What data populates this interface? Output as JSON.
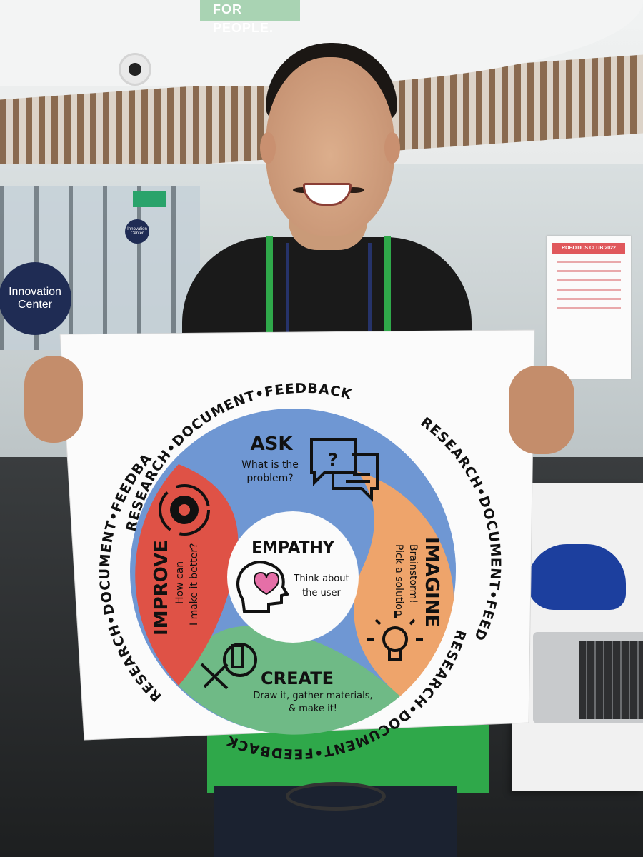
{
  "background": {
    "top_sign": "FOR PEOPLE.",
    "innovation_sign": "Innovation Center",
    "small_sign": "Innovation Center",
    "banner_title": "ROBOTICS CLUB 2022"
  },
  "poster": {
    "ring_text": "RESEARCH•DOCUMENT•FEEDBACK",
    "center": {
      "title": "EMPATHY",
      "text_line1": "Think about",
      "text_line2": "the user",
      "icon": "head-heart-icon"
    },
    "ask": {
      "title": "ASK",
      "line1": "What is the",
      "line2": "problem?",
      "icon": "speech-bubbles-icon",
      "color": "#6f97d3"
    },
    "imagine": {
      "title": "IMAGINE",
      "line1": "Brainstorm!",
      "line2": "Pick a solution",
      "icon": "lightbulb-icon",
      "color": "#eea46b"
    },
    "create": {
      "title": "CREATE",
      "line1": "Draw it, gather materials,",
      "line2": "& make it!",
      "icon": "tools-icon",
      "color": "#6fba86"
    },
    "improve": {
      "title": "IMPROVE",
      "line1": "How can",
      "line2": "I make it better?",
      "icon": "gear-cycle-icon",
      "color": "#df5246"
    }
  }
}
